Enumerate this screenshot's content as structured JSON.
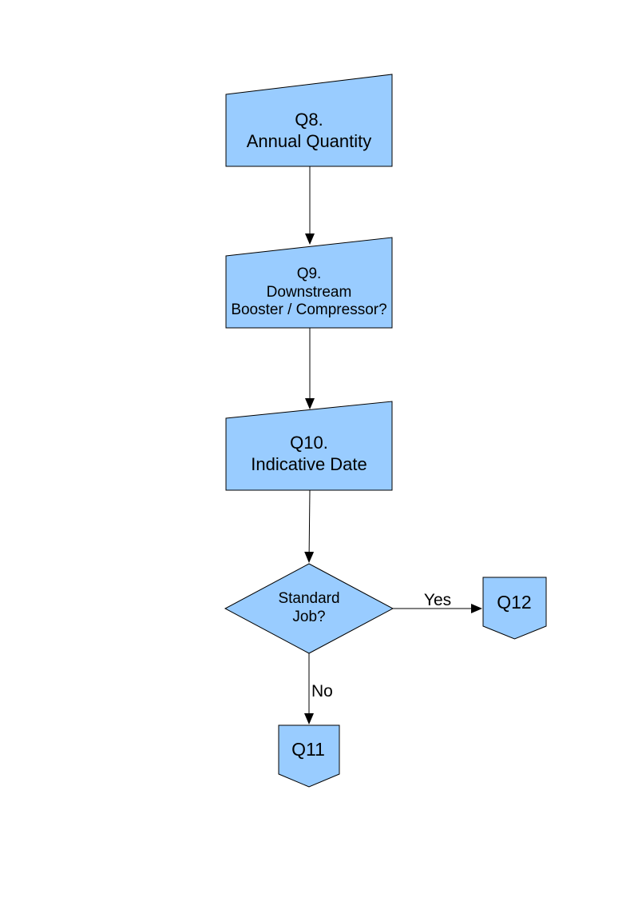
{
  "page": {
    "background_color": "#FFFFFF"
  },
  "flowchart": {
    "shape_fill_color": "#99CCFF",
    "shape_stroke_color": "#000000",
    "nodes": {
      "q8": {
        "type": "manual-input-box",
        "lines": [
          "Q8.",
          "Annual Quantity"
        ]
      },
      "q9": {
        "type": "manual-input-box",
        "lines": [
          "Q9.",
          "Downstream",
          "Booster / Compressor?"
        ]
      },
      "q10": {
        "type": "manual-input-box",
        "lines": [
          "Q10.",
          "Indicative Date"
        ]
      },
      "decision": {
        "type": "decision-diamond",
        "lines": [
          "Standard",
          "Job?"
        ]
      },
      "q12": {
        "type": "off-page-connector",
        "label": "Q12"
      },
      "q11": {
        "type": "off-page-connector",
        "label": "Q11"
      }
    },
    "edge_labels": {
      "yes": "Yes",
      "no": "No"
    }
  }
}
